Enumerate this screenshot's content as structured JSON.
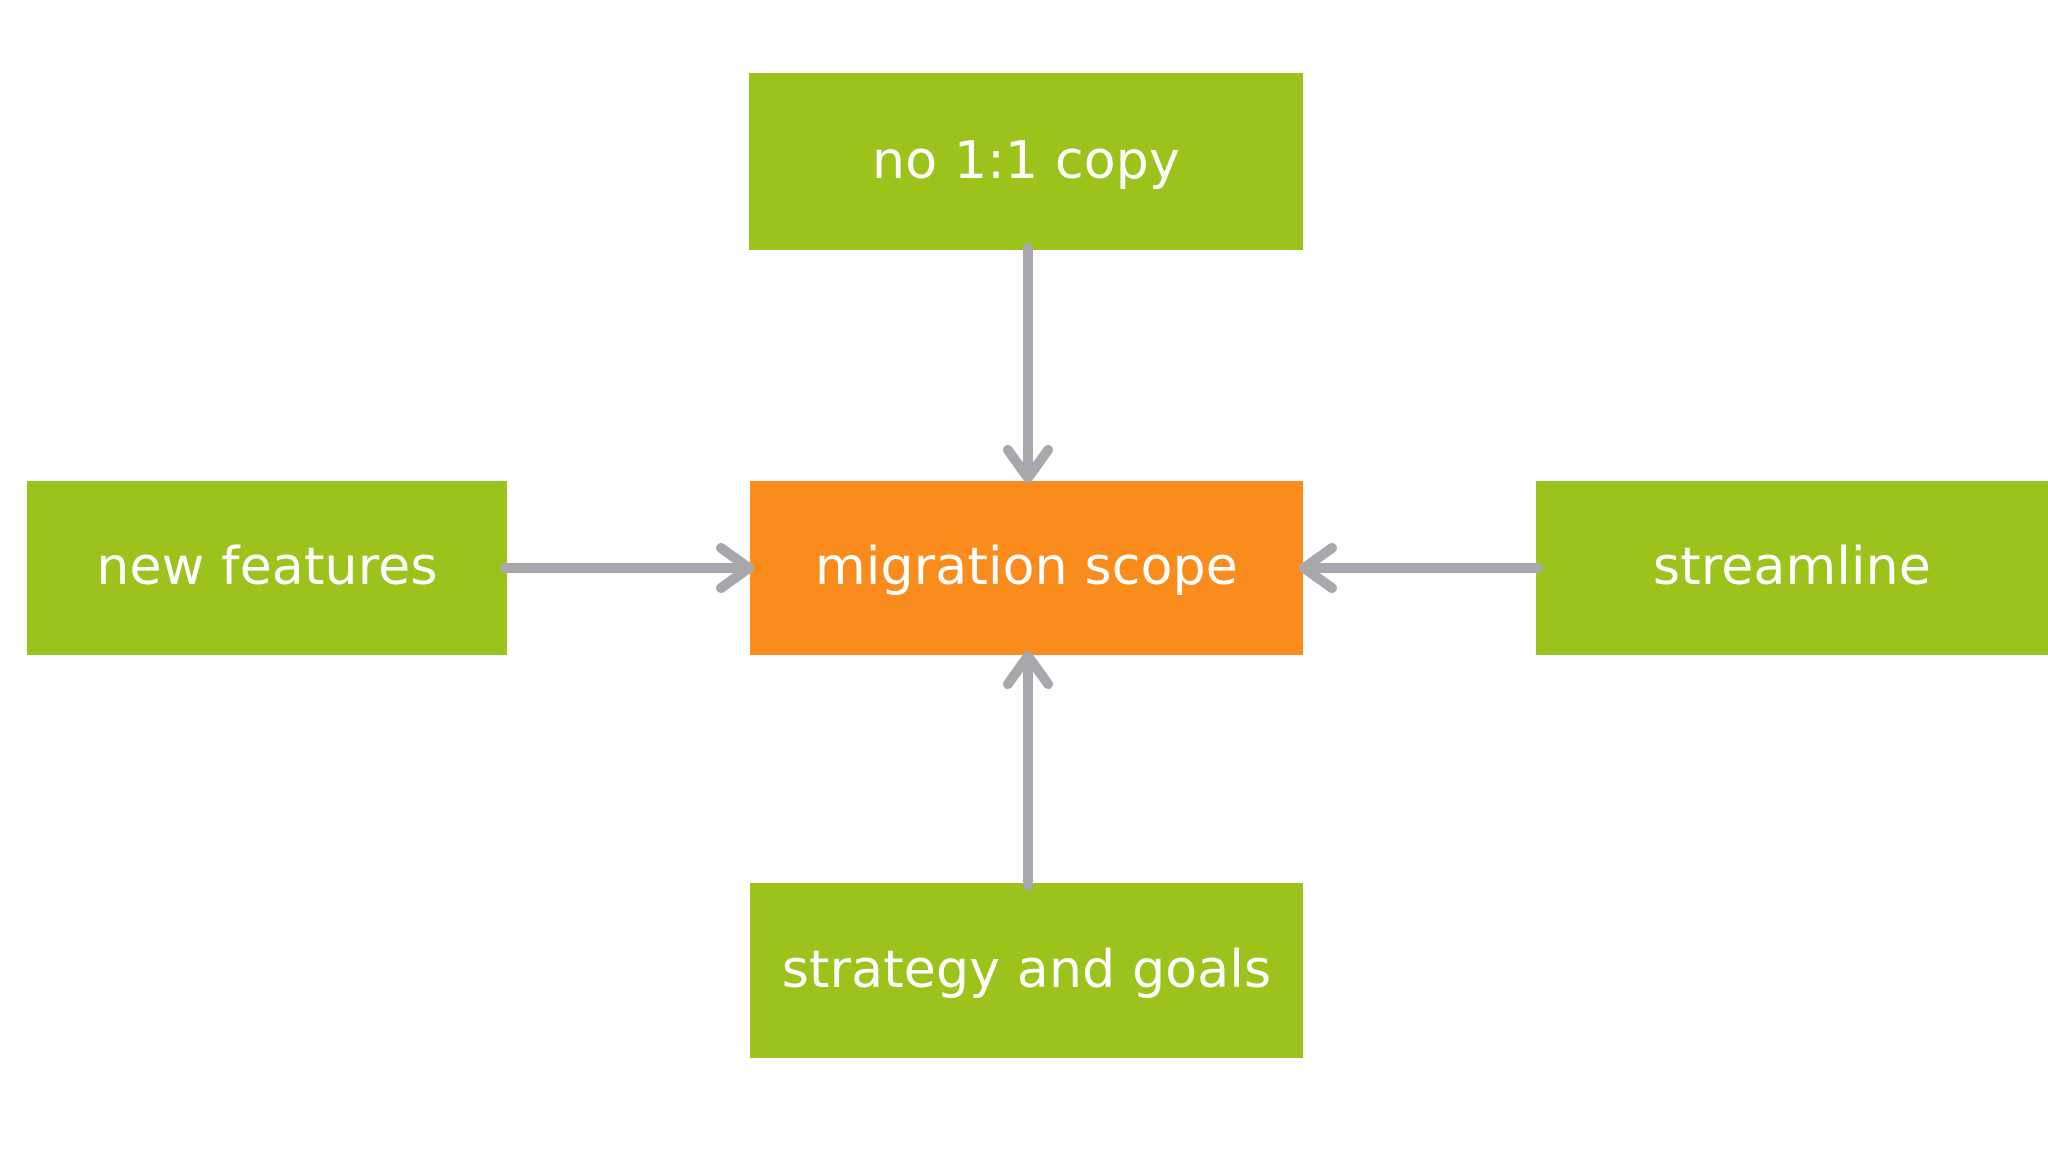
{
  "diagram": {
    "title": "migration scope",
    "type": "hub-and-spoke",
    "background_color": "#FFFFFF",
    "colors": {
      "green": "#9BC31C",
      "orange": "#FA8C1E",
      "arrow_gray": "#A6A8AB",
      "node_text": "#FFFFFF"
    },
    "nodes": [
      {
        "id": "top",
        "label": "no 1:1 copy",
        "color": "green",
        "position": "top"
      },
      {
        "id": "left",
        "label": "new features",
        "color": "green",
        "position": "left"
      },
      {
        "id": "center",
        "label": "migration scope",
        "color": "orange",
        "position": "center"
      },
      {
        "id": "right",
        "label": "streamline",
        "color": "green",
        "position": "right"
      },
      {
        "id": "bottom",
        "label": "strategy and goals",
        "color": "green",
        "position": "bottom"
      }
    ],
    "edges": [
      {
        "from": "top",
        "to": "center",
        "direction": "down",
        "style": "solid",
        "arrow": "single"
      },
      {
        "from": "left",
        "to": "center",
        "direction": "right",
        "style": "solid",
        "arrow": "single"
      },
      {
        "from": "right",
        "to": "center",
        "direction": "left",
        "style": "solid",
        "arrow": "single"
      },
      {
        "from": "bottom",
        "to": "center",
        "direction": "up",
        "style": "solid",
        "arrow": "single"
      }
    ]
  }
}
